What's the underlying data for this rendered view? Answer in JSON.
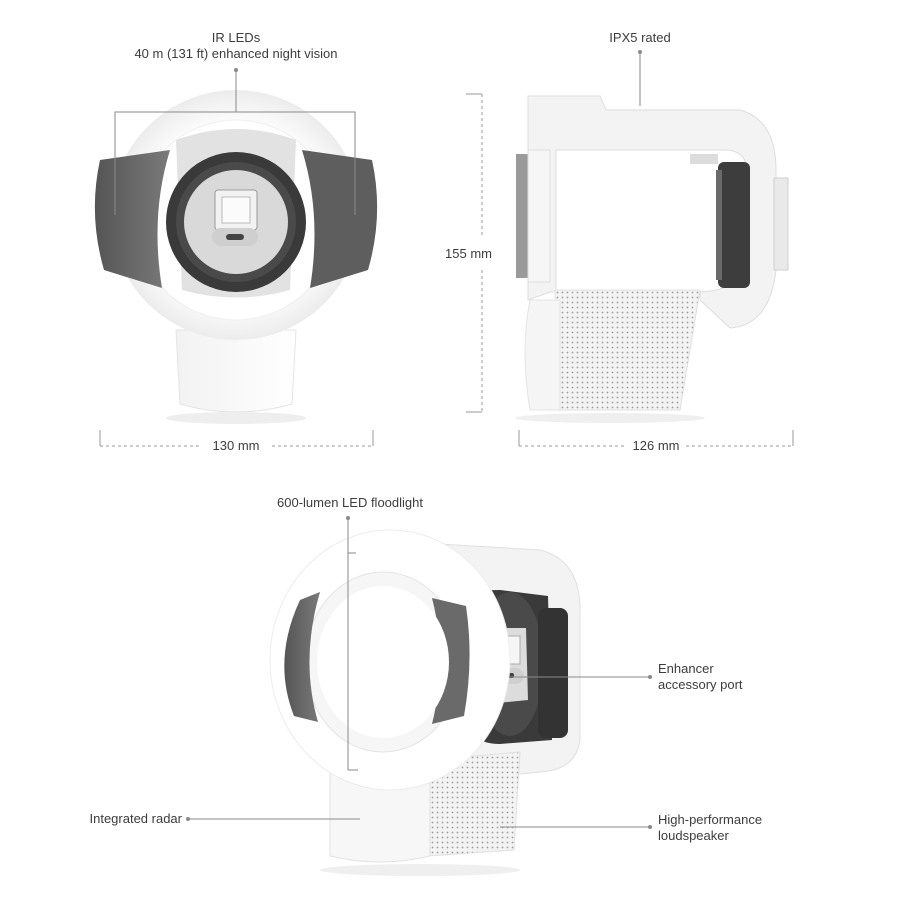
{
  "labels": {
    "ir_leds_title": "IR LEDs",
    "ir_leds_sub": "40 m (131 ft) enhanced night vision",
    "ipx5": "IPX5 rated",
    "height": "155 mm",
    "width_front": "130 mm",
    "depth_side": "126 mm",
    "floodlight": "600-lumen LED floodlight",
    "enhancer_line1": "Enhancer",
    "enhancer_line2": "accessory port",
    "radar": "Integrated radar",
    "speaker_line1": "High-performance",
    "speaker_line2": "loudspeaker"
  },
  "colors": {
    "body_white": "#f4f4f4",
    "panel_gray": "#6b6b6b",
    "lens_dark": "#3b3b3b",
    "line": "#8a8a8a"
  }
}
